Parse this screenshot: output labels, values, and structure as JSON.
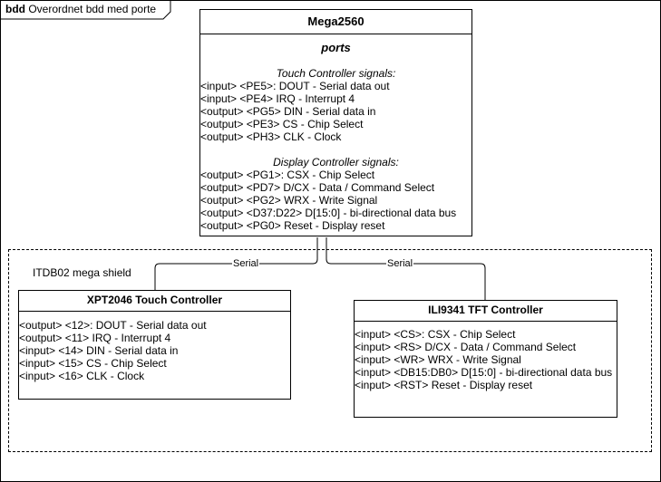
{
  "frame": {
    "keyword": "bdd",
    "name": "Overordnet bdd med porte"
  },
  "shield": {
    "label": "ITDB02 mega shield"
  },
  "mega": {
    "title": "Mega2560",
    "ports_heading": "ports",
    "touch_heading": "Touch Controller signals:",
    "touch_lines": [
      "<input> <PE5>: DOUT - Serial data out",
      "<input> <PE4> IRQ - Interrupt 4",
      "<output> <PG5> DIN - Serial data in",
      "<output> <PE3> CS - Chip Select",
      "<output> <PH3> CLK - Clock"
    ],
    "display_heading": "Display Controller signals:",
    "display_lines": [
      "<output> <PG1>: CSX - Chip Select",
      "<output> <PD7> D/CX - Data / Command Select",
      "<output> <PG2> WRX - Write Signal",
      "<output> <D37:D22> D[15:0] - bi-directional data bus",
      "<output> <PG0> Reset - Display reset"
    ]
  },
  "touch": {
    "title": "XPT2046 Touch Controller",
    "lines": [
      "<output> <12>: DOUT - Serial data out",
      "<output> <11> IRQ - Interrupt 4",
      "<input> <14> DIN - Serial data in",
      "<input> <15> CS - Chip Select",
      "<input> <16> CLK - Clock"
    ]
  },
  "tft": {
    "title": "ILI9341 TFT Controller",
    "lines": [
      "<input> <CS>: CSX - Chip Select",
      "<input> <RS> D/CX - Data / Command Select",
      "<input> <WR> WRX - Write Signal",
      "<input> <DB15:DB0> D[15:0] - bi-directional data bus",
      "<input> <RST> Reset - Display reset"
    ]
  },
  "connections": [
    {
      "label": "Serial"
    },
    {
      "label": "Serial"
    }
  ]
}
